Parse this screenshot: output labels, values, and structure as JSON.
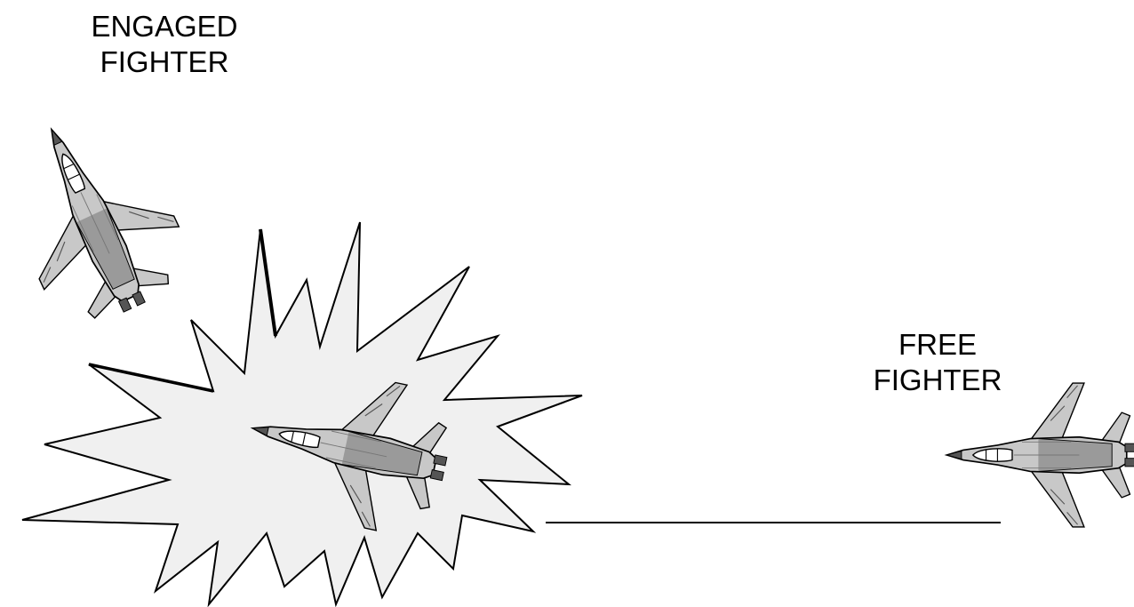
{
  "labels": {
    "engaged": "ENGAGED\nFIGHTER",
    "free": "FREE\nFIGHTER"
  },
  "colors": {
    "ink": "#000000",
    "background": "#ffffff",
    "explosion_fill": "#f0f0f0",
    "aircraft_body": "#c8c8c8",
    "aircraft_shade": "#9a9a9a",
    "aircraft_dark": "#555555",
    "canopy": "#ffffff"
  },
  "icons": [
    "jet-fighter-icon",
    "explosion-icon",
    "missile-trail-line"
  ]
}
